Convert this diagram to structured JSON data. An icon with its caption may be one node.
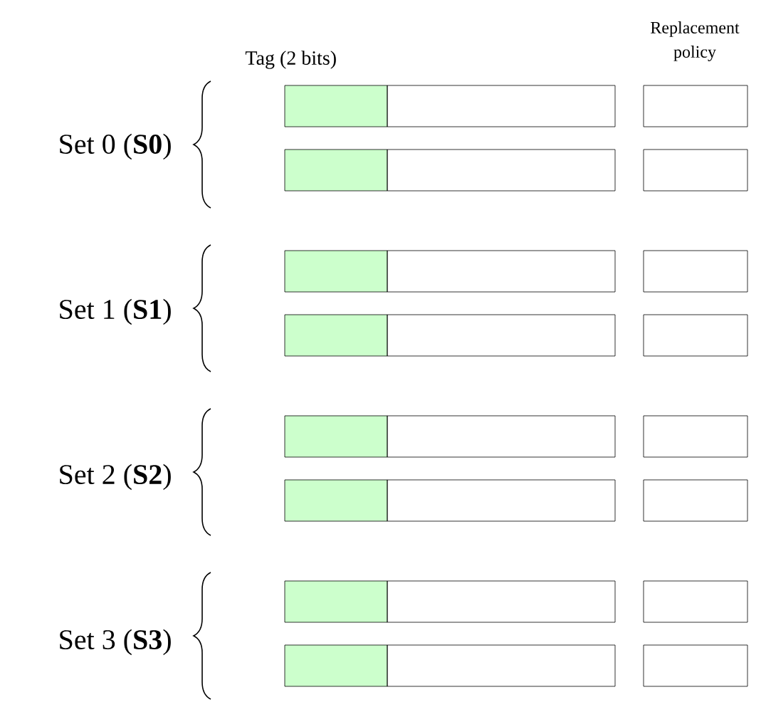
{
  "diagram": {
    "labels": [
      "Tag (2 bits)",
      "Replacement policy",
      "Set 0 (**S0**)",
      "Set 1 (**S1**)",
      "Set 2 (**S2**)",
      "Set 3 (**S3**)"
    ]
  }
}
